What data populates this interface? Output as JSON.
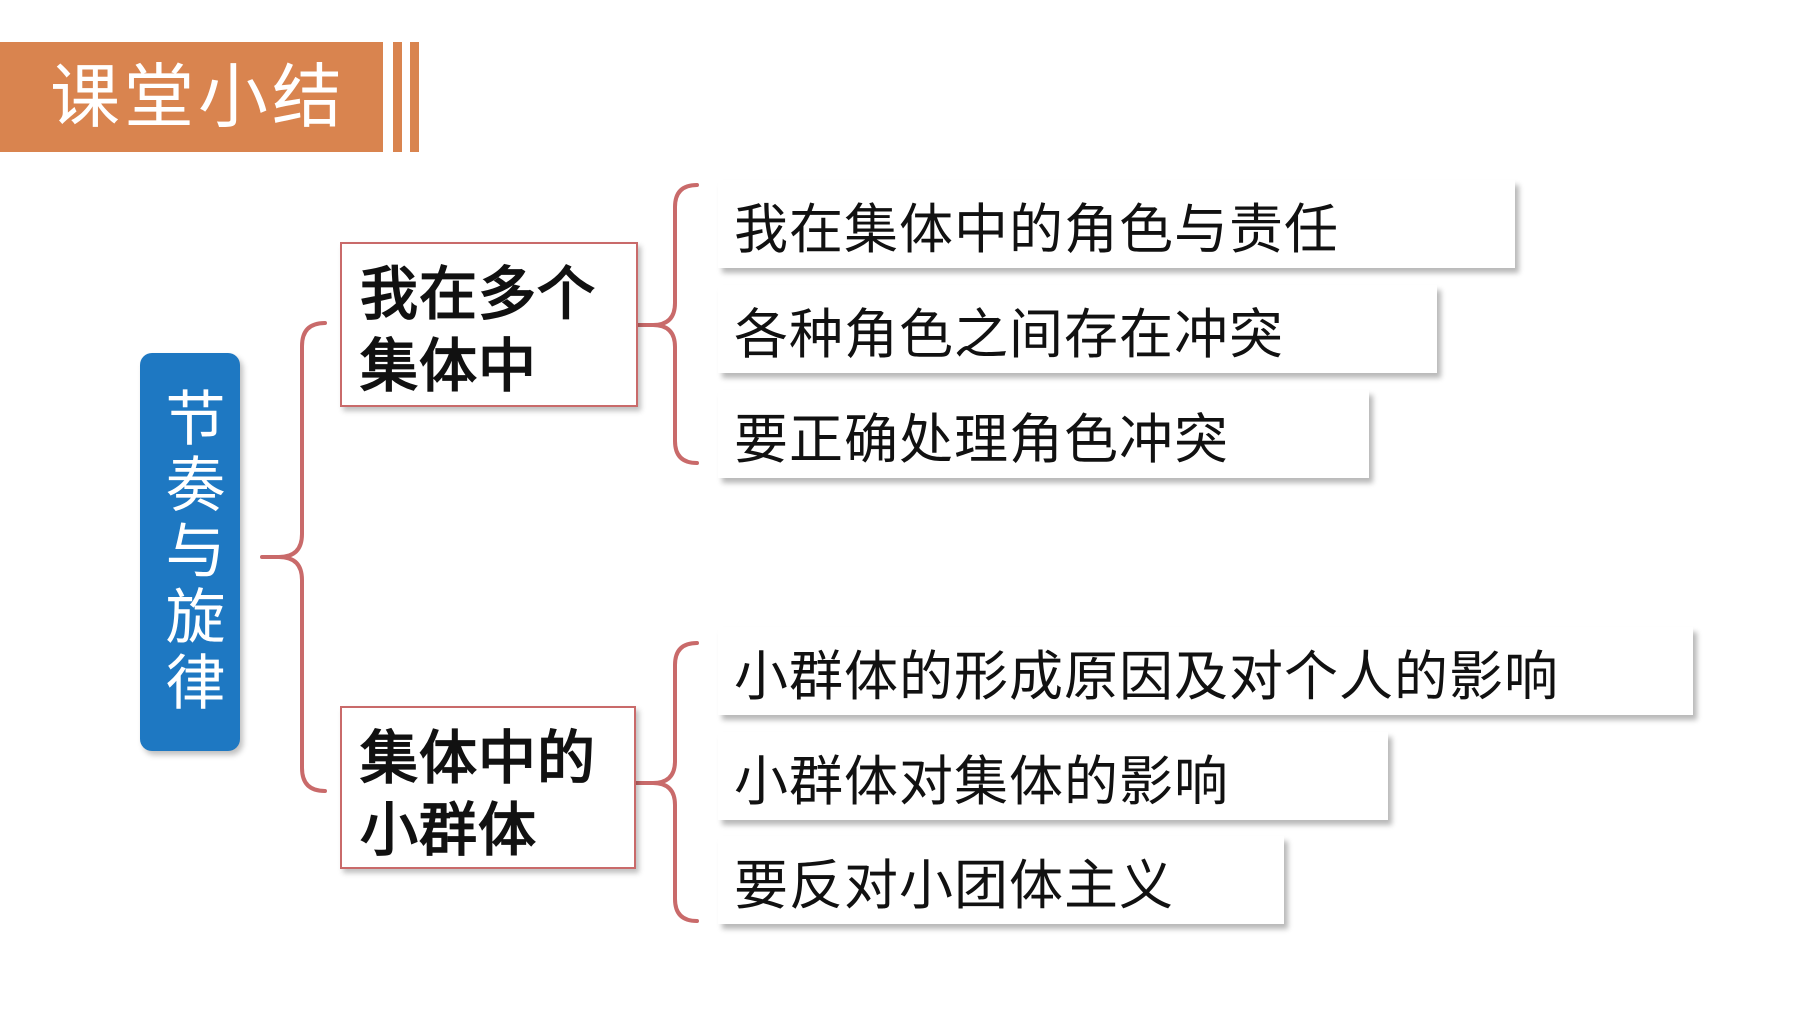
{
  "header": {
    "title": "课堂小结"
  },
  "root": {
    "label": "节奏与旋律"
  },
  "branches": [
    {
      "label_line1": "我在多个",
      "label_line2": "集体中",
      "items": [
        "我在集体中的角色与责任",
        "各种角色之间存在冲突",
        "要正确处理角色冲突"
      ]
    },
    {
      "label_line1": "集体中的",
      "label_line2": "小群体",
      "items": [
        "小群体的形成原因及对个人的影响",
        "小群体对集体的影响",
        "要反对小团体主义"
      ]
    }
  ],
  "colors": {
    "title_bar": "#d9844f",
    "root_box": "#1e78c2",
    "bracket": "#c96a6a",
    "text": "#111111"
  }
}
